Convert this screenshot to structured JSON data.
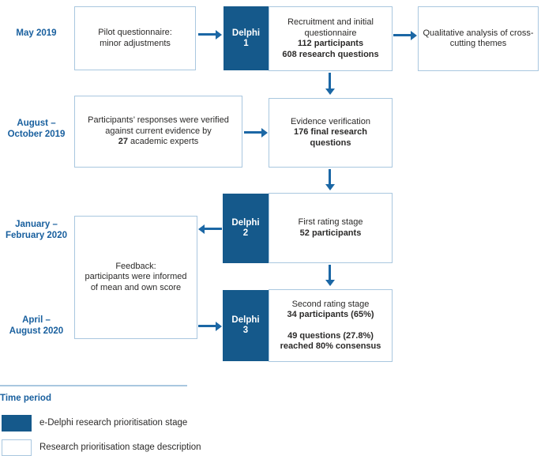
{
  "palette": {
    "delphi_blue": "#15598b",
    "label_blue": "#185f9e",
    "arrow_blue": "#1b67a5",
    "box_border_blue": "#a9c7df",
    "text_dark": "#2b2a29"
  },
  "time_labels": {
    "may_2019": "May 2019",
    "aug_oct_line1": "August –",
    "aug_oct_line2": "October 2019",
    "jan_feb_line1": "January –",
    "jan_feb_line2": "February 2020",
    "apr_aug_line1": "April –",
    "apr_aug_line2": "August 2020"
  },
  "boxes": {
    "pilot": {
      "line1": "Pilot questionnaire:",
      "line2": "minor adjustments"
    },
    "delphi1": {
      "line1": "Delphi",
      "line2": "1"
    },
    "recruitment": {
      "line1": "Recruitment and initial",
      "line2": "questionnaire",
      "line3": "112 participants",
      "line4": "608 research questions"
    },
    "qualitative": {
      "line1": "Qualitative analysis of cross-",
      "line2": "cutting themes"
    },
    "verification": {
      "line1": "Participants’ responses were verified",
      "line2": "against current evidence by",
      "line3_bold": "27",
      "line3_rest": " academic experts"
    },
    "evidence": {
      "line1": "Evidence verification",
      "line2": "176 final research",
      "line3": "questions"
    },
    "delphi2": {
      "line1": "Delphi",
      "line2": "2"
    },
    "first_rating": {
      "line1": "First rating stage",
      "line2": "52 participants"
    },
    "feedback": {
      "line1": "Feedback:",
      "line2": "participants were informed",
      "line3": "of mean and own score"
    },
    "delphi3": {
      "line1": "Delphi",
      "line2": "3"
    },
    "second_rating": {
      "line1": "Second rating stage",
      "line2": "34 participants (65%)",
      "line3": "49 questions (27.8%)",
      "line4": "reached 80% consensus"
    }
  },
  "legend": {
    "heading": "Time period",
    "items": [
      {
        "swatch": "filled",
        "label": "e-Delphi research prioritisation stage"
      },
      {
        "swatch": "outlined",
        "label": "Research prioritisation stage description"
      }
    ]
  }
}
